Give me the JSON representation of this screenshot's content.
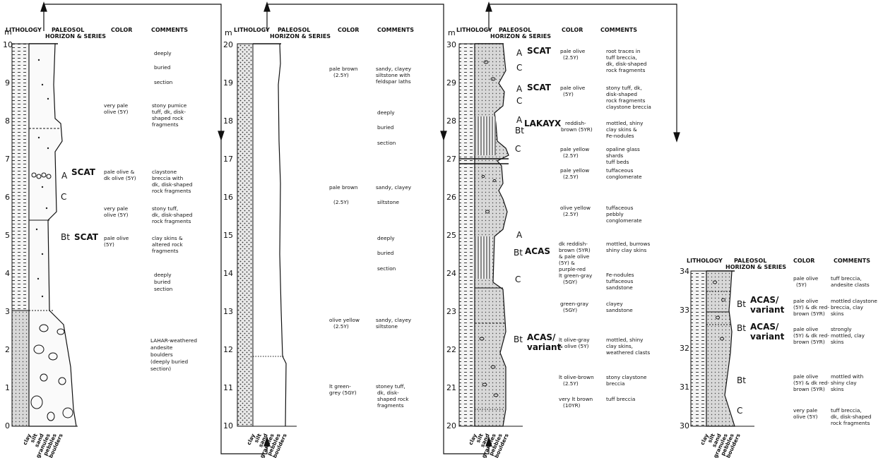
{
  "unit": "m",
  "headers": {
    "lithology": "LITHOLOGY",
    "paleosol_line1": "PALEOSOL",
    "paleosol_line2": "HORIZON & SERIES",
    "color": "COLOR",
    "comments": "COMMENTS"
  },
  "grain_sizes": [
    "clay",
    "silt",
    "sand",
    "granules",
    "pebbles",
    "boulders"
  ],
  "columns": [
    {
      "ticks": [
        "10",
        "9",
        "8",
        "7",
        "6",
        "5",
        "4",
        "3",
        "2",
        "1",
        "0"
      ],
      "horizons": [
        {
          "h": "A",
          "series": "SCAT"
        },
        {
          "h": "C",
          "series": ""
        },
        {
          "h": "Bt",
          "series": "SCAT"
        }
      ],
      "colors": [
        {
          "lines": [
            "very pale",
            "olive (5Y)"
          ]
        },
        {
          "lines": [
            "pale olive &",
            "dk olive (5Y)"
          ]
        },
        {
          "lines": [
            "very pale",
            "olive (5Y)"
          ]
        },
        {
          "lines": [
            "pale olive",
            "(5Y)"
          ]
        }
      ],
      "comments": [
        {
          "lines": [
            "deeply"
          ]
        },
        {
          "lines": [
            "buried"
          ]
        },
        {
          "lines": [
            "section"
          ]
        },
        {
          "lines": [
            "stony pumice",
            "tuff, dk, disk-",
            "shaped rock",
            "fragments"
          ]
        },
        {
          "lines": [
            "claystone",
            "breccia with",
            "dk, disk-shaped",
            "rock fragments"
          ]
        },
        {
          "lines": [
            "stony tuff,",
            "dk, disk-shaped",
            "rock fragments"
          ]
        },
        {
          "lines": [
            "clay skins &",
            "altered rock",
            "fragments"
          ]
        },
        {
          "lines": [
            "deeply",
            "buried",
            "section"
          ]
        },
        {
          "lines": [
            "LAHAR-weathered",
            "andesite",
            "boulders",
            "(deeply buried",
            "section)"
          ]
        }
      ]
    },
    {
      "ticks": [
        "20",
        "19",
        "18",
        "17",
        "16",
        "15",
        "14",
        "13",
        "12",
        "11",
        "10"
      ],
      "horizons": [],
      "colors": [
        {
          "lines": [
            "pale brown",
            "(2.5Y)"
          ]
        },
        {
          "lines": [
            "pale brown"
          ]
        },
        {
          "lines": [
            "(2.5Y)"
          ]
        },
        {
          "lines": [
            "olive yellow",
            "(2.5Y)"
          ]
        },
        {
          "lines": [
            "lt green-",
            "grey (5GY)"
          ]
        }
      ],
      "comments": [
        {
          "lines": [
            "sandy, clayey",
            "siltstone with",
            "feldspar laths"
          ]
        },
        {
          "lines": [
            "deeply"
          ]
        },
        {
          "lines": [
            "buried"
          ]
        },
        {
          "lines": [
            "section"
          ]
        },
        {
          "lines": [
            "sandy, clayey"
          ]
        },
        {
          "lines": [
            "siltstone"
          ]
        },
        {
          "lines": [
            "deeply"
          ]
        },
        {
          "lines": [
            "buried"
          ]
        },
        {
          "lines": [
            "section"
          ]
        },
        {
          "lines": [
            "sandy, clayey",
            "siltstone"
          ]
        },
        {
          "lines": [
            "stoney tuff,",
            "dk, disk-",
            "shaped rock",
            "fragments"
          ]
        }
      ]
    },
    {
      "ticks": [
        "30",
        "29",
        "28",
        "27",
        "26",
        "25",
        "24",
        "23",
        "22",
        "21",
        "20"
      ],
      "horizons": [
        {
          "h": "A",
          "series": "SCAT"
        },
        {
          "h": "C",
          "series": ""
        },
        {
          "h": "A",
          "series": "SCAT"
        },
        {
          "h": "C",
          "series": ""
        },
        {
          "h": "A",
          "series": ""
        },
        {
          "h": "Bt",
          "series": "LAKAYX"
        },
        {
          "h": "C",
          "series": ""
        },
        {
          "h": "A",
          "series": ""
        },
        {
          "h": "Bt",
          "series": "ACAS"
        },
        {
          "h": "C",
          "series": ""
        },
        {
          "h": "Bt",
          "series": "ACAS/"
        },
        {
          "h": "",
          "series": "variant"
        }
      ],
      "colors": [
        {
          "lines": [
            "pale olive",
            "(2.5Y)"
          ]
        },
        {
          "lines": [
            "pale olive",
            "(5Y)"
          ]
        },
        {
          "lines": [
            "reddish-",
            "brown (5YR)"
          ]
        },
        {
          "lines": [
            "pale yellow",
            "(2.5Y)"
          ]
        },
        {
          "lines": [
            "pale yellow",
            "(2.5Y)"
          ]
        },
        {
          "lines": [
            "olive yellow",
            "(2.5Y)"
          ]
        },
        {
          "lines": [
            "dk reddish-",
            "brown (5YR)",
            "& pale olive",
            "(5Y) &",
            "purple-red",
            "lt green-gray",
            "(5GY)"
          ]
        },
        {
          "lines": [
            "green-gray",
            "(5GY)"
          ]
        },
        {
          "lines": [
            "lt olive-gray",
            "& olive (5Y)"
          ]
        },
        {
          "lines": [
            "lt olive-brown",
            "(2.5Y)"
          ]
        },
        {
          "lines": [
            "very lt brown",
            "(10YR)"
          ]
        }
      ],
      "comments": [
        {
          "lines": [
            "root traces in",
            "tuff breccia,",
            "dk, disk-shaped",
            "rock fragments"
          ]
        },
        {
          "lines": [
            "stony tuff, dk,",
            "disk-shaped",
            "rock fragments",
            "claystone breccia"
          ]
        },
        {
          "lines": [
            "mottled, shiny",
            "clay skins &",
            "Fe-nodules"
          ]
        },
        {
          "lines": [
            "opaline glass",
            "shards",
            "tuff beds"
          ]
        },
        {
          "lines": [
            "tuffaceous",
            "conglomerate"
          ]
        },
        {
          "lines": [
            "tuffaceous",
            "pebbly",
            "conglomerate"
          ]
        },
        {
          "lines": [
            "mottled, burrows",
            "shiny clay skins"
          ]
        },
        {
          "lines": [
            "Fe-nodules",
            "tuffaceous",
            "sandstone"
          ]
        },
        {
          "lines": [
            "clayey",
            "sandstone"
          ]
        },
        {
          "lines": [
            "mottled, shiny",
            "clay skins,",
            "weathered clasts"
          ]
        },
        {
          "lines": [
            "stony claystone",
            "breccia"
          ]
        },
        {
          "lines": [
            "tuff breccia"
          ]
        }
      ]
    },
    {
      "ticks": [
        "34",
        "33",
        "32",
        "31",
        "30"
      ],
      "horizons": [
        {
          "h": "Bt",
          "series": "ACAS/"
        },
        {
          "h": "",
          "series": "variant"
        },
        {
          "h": "Bt",
          "series": "ACAS/"
        },
        {
          "h": "",
          "series": "variant"
        },
        {
          "h": "Bt",
          "series": ""
        },
        {
          "h": "C",
          "series": ""
        }
      ],
      "colors": [
        {
          "lines": [
            "pale olive",
            "(5Y)"
          ]
        },
        {
          "lines": [
            "pale olive",
            "(5Y) & dk red-",
            "brown (5YR)"
          ]
        },
        {
          "lines": [
            "pale olive",
            "(5Y) & dk red-",
            "brown (5YR)"
          ]
        },
        {
          "lines": [
            "pale olive",
            "(5Y) & dk red-",
            "brown (5YR)"
          ]
        },
        {
          "lines": [
            "very pale",
            "olive (5Y)"
          ]
        }
      ],
      "comments": [
        {
          "lines": [
            "tuff breccia,",
            "andesite clasts"
          ]
        },
        {
          "lines": [
            "mottled claystone",
            "breccia, clay",
            "skins"
          ]
        },
        {
          "lines": [
            "strongly",
            "mottled, clay",
            "skins"
          ]
        },
        {
          "lines": [
            "mottled with",
            "shiny clay",
            "skins"
          ]
        },
        {
          "lines": [
            "tuff breccia,",
            "dk, disk-shaped",
            "rock fragments"
          ]
        }
      ]
    }
  ]
}
